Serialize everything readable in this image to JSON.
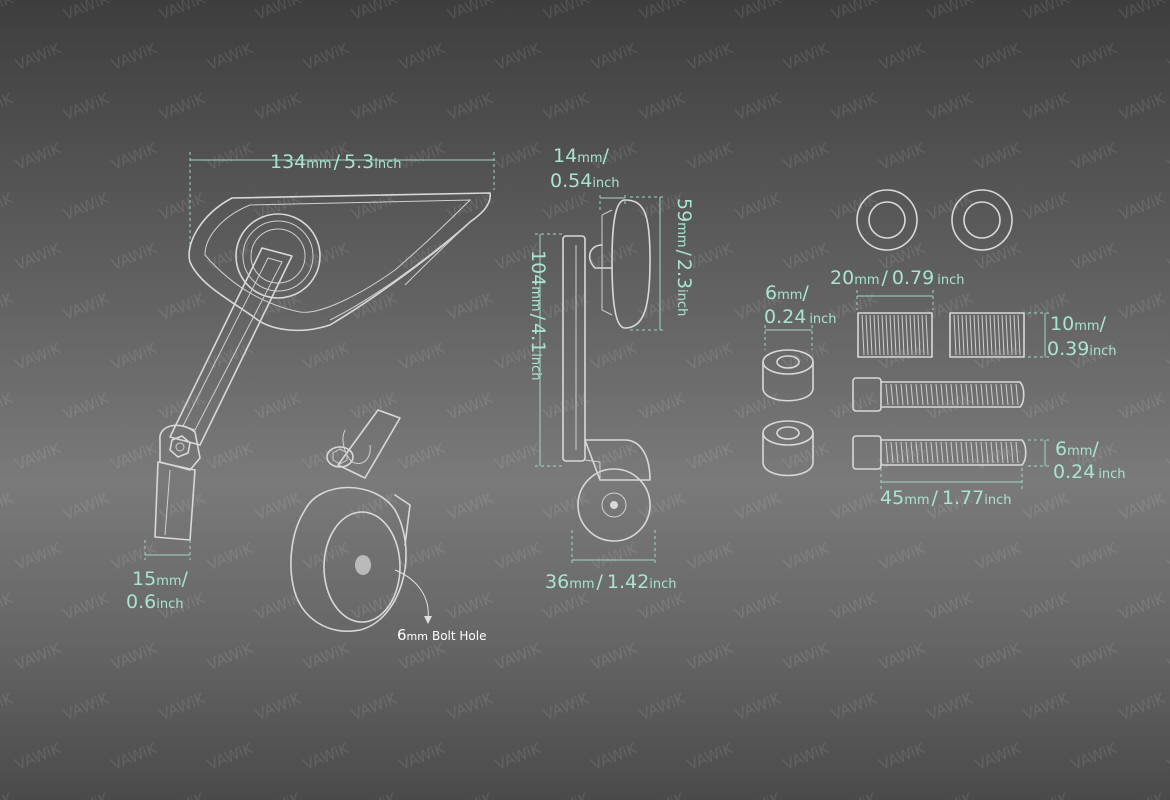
{
  "watermark": "VAWiK",
  "accent_color": "#a8e4d0",
  "labels": {
    "mirror_width": {
      "value": "134",
      "unit": "mm",
      "sep": "/",
      "value2": "5.3",
      "unit2": "inch"
    },
    "stem_width": {
      "value": "15",
      "unit": "mm",
      "sep": "/",
      "value2": "0.6",
      "unit2": "inch"
    },
    "bolt_hole": {
      "value": "6",
      "unit": "mm",
      "text": "Bolt Hole"
    },
    "mirror_depth": {
      "value": "14",
      "unit": "mm",
      "sep": "/",
      "value2": "0.54",
      "unit2": "inch"
    },
    "mirror_height": {
      "value": "59",
      "unit": "mm",
      "sep": "/",
      "value2": "2.3",
      "unit2": "inch"
    },
    "side_height": {
      "value": "104",
      "unit": "mm",
      "sep": "/",
      "value2": "4.1",
      "unit2": "inch"
    },
    "clamp_width": {
      "value": "36",
      "unit": "mm",
      "sep": "/",
      "value2": "1.42",
      "unit2": "inch"
    },
    "washer_dia": {
      "value": "20",
      "unit": "mm",
      "sep": "/",
      "value2": "0.79",
      "unit2": "inch"
    },
    "spacer_dia": {
      "value": "6",
      "unit": "mm",
      "sep": "/",
      "value2": "0.24",
      "unit2": "inch"
    },
    "thread_len": {
      "value": "10",
      "unit": "mm",
      "sep": "/",
      "value2": "0.39",
      "unit2": "inch"
    },
    "bolt_dia": {
      "value": "6",
      "unit": "mm",
      "sep": "/",
      "value2": "0.24",
      "unit2": "inch"
    },
    "bolt_len": {
      "value": "45",
      "unit": "mm",
      "sep": "/",
      "value2": "1.77",
      "unit2": "inch"
    }
  }
}
